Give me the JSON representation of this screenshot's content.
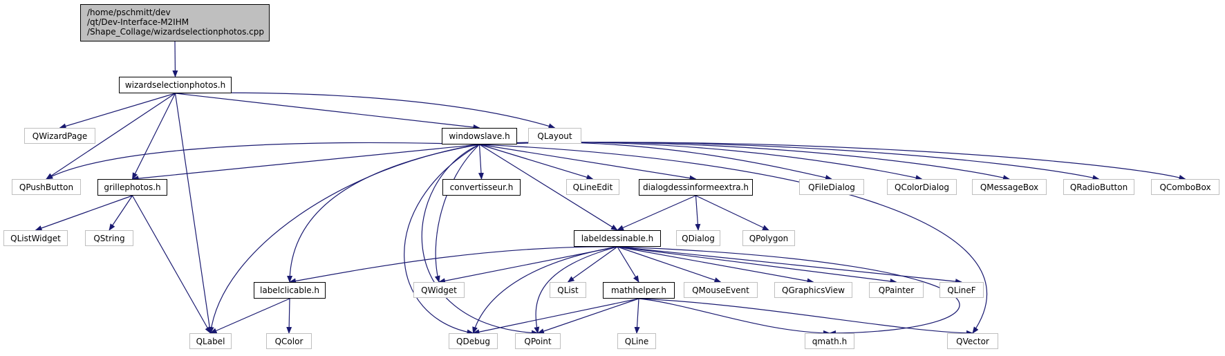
{
  "root_label": "/home/pschmitt/dev\n/qt/Dev-Interface-M2IHM\n/Shape_Collage/wizardselectionphotos.cpp",
  "colors": {
    "edge": "#191970",
    "internal_border": "#000000",
    "external_border": "#bfbfbf",
    "root_fill": "#bfbfbf"
  },
  "nodes": [
    {
      "id": "root",
      "label": "/home/pschmitt/dev\n/qt/Dev-Interface-M2IHM\n/Shape_Collage/wizardselectionphotos.cpp",
      "kind": "root"
    },
    {
      "id": "wizardselectionphotos_h",
      "label": "wizardselectionphotos.h",
      "kind": "internal"
    },
    {
      "id": "QWizardPage",
      "label": "QWizardPage",
      "kind": "external"
    },
    {
      "id": "QPushButton",
      "label": "QPushButton",
      "kind": "external"
    },
    {
      "id": "grillephotos_h",
      "label": "grillephotos.h",
      "kind": "internal"
    },
    {
      "id": "QLabel",
      "label": "QLabel",
      "kind": "external"
    },
    {
      "id": "windowslave_h",
      "label": "windowslave.h",
      "kind": "internal"
    },
    {
      "id": "QLayout",
      "label": "QLayout",
      "kind": "external"
    },
    {
      "id": "QListWidget",
      "label": "QListWidget",
      "kind": "external"
    },
    {
      "id": "QString",
      "label": "QString",
      "kind": "external"
    },
    {
      "id": "convertisseur_h",
      "label": "convertisseur.h",
      "kind": "internal"
    },
    {
      "id": "QLineEdit",
      "label": "QLineEdit",
      "kind": "external"
    },
    {
      "id": "dialogdessinformeextra_h",
      "label": "dialogdessinformeextra.h",
      "kind": "internal"
    },
    {
      "id": "QFileDialog",
      "label": "QFileDialog",
      "kind": "external"
    },
    {
      "id": "QColorDialog",
      "label": "QColorDialog",
      "kind": "external"
    },
    {
      "id": "QMessageBox",
      "label": "QMessageBox",
      "kind": "external"
    },
    {
      "id": "QRadioButton",
      "label": "QRadioButton",
      "kind": "external"
    },
    {
      "id": "QComboBox",
      "label": "QComboBox",
      "kind": "external"
    },
    {
      "id": "labeldessinable_h",
      "label": "labeldessinable.h",
      "kind": "internal"
    },
    {
      "id": "QDialog",
      "label": "QDialog",
      "kind": "external"
    },
    {
      "id": "QPolygon",
      "label": "QPolygon",
      "kind": "external"
    },
    {
      "id": "labelclicable_h",
      "label": "labelclicable.h",
      "kind": "internal"
    },
    {
      "id": "QWidget",
      "label": "QWidget",
      "kind": "external"
    },
    {
      "id": "QList",
      "label": "QList",
      "kind": "external"
    },
    {
      "id": "mathhelper_h",
      "label": "mathhelper.h",
      "kind": "internal"
    },
    {
      "id": "QMouseEvent",
      "label": "QMouseEvent",
      "kind": "external"
    },
    {
      "id": "QGraphicsView",
      "label": "QGraphicsView",
      "kind": "external"
    },
    {
      "id": "QPainter",
      "label": "QPainter",
      "kind": "external"
    },
    {
      "id": "QLineF",
      "label": "QLineF",
      "kind": "external"
    },
    {
      "id": "QColor",
      "label": "QColor",
      "kind": "external"
    },
    {
      "id": "QDebug",
      "label": "QDebug",
      "kind": "external"
    },
    {
      "id": "QPoint",
      "label": "QPoint",
      "kind": "external"
    },
    {
      "id": "QLine",
      "label": "QLine",
      "kind": "external"
    },
    {
      "id": "qmath_h",
      "label": "qmath.h",
      "kind": "external"
    },
    {
      "id": "QVector",
      "label": "QVector",
      "kind": "external"
    }
  ],
  "edges": [
    [
      "root",
      "wizardselectionphotos_h"
    ],
    [
      "wizardselectionphotos_h",
      "QWizardPage"
    ],
    [
      "wizardselectionphotos_h",
      "QPushButton"
    ],
    [
      "wizardselectionphotos_h",
      "grillephotos_h"
    ],
    [
      "wizardselectionphotos_h",
      "QLabel"
    ],
    [
      "wizardselectionphotos_h",
      "windowslave_h"
    ],
    [
      "wizardselectionphotos_h",
      "QLayout"
    ],
    [
      "grillephotos_h",
      "QListWidget"
    ],
    [
      "grillephotos_h",
      "QString"
    ],
    [
      "grillephotos_h",
      "QLabel"
    ],
    [
      "windowslave_h",
      "QPushButton"
    ],
    [
      "windowslave_h",
      "grillephotos_h"
    ],
    [
      "windowslave_h",
      "QLabel"
    ],
    [
      "windowslave_h",
      "labelclicable_h"
    ],
    [
      "windowslave_h",
      "QDebug"
    ],
    [
      "windowslave_h",
      "QPoint"
    ],
    [
      "windowslave_h",
      "QWidget"
    ],
    [
      "windowslave_h",
      "convertisseur_h"
    ],
    [
      "windowslave_h",
      "QLineEdit"
    ],
    [
      "windowslave_h",
      "labeldessinable_h"
    ],
    [
      "windowslave_h",
      "dialogdessinformeextra_h"
    ],
    [
      "windowslave_h",
      "QFileDialog"
    ],
    [
      "windowslave_h",
      "QColorDialog"
    ],
    [
      "windowslave_h",
      "QMessageBox"
    ],
    [
      "windowslave_h",
      "QRadioButton"
    ],
    [
      "windowslave_h",
      "QComboBox"
    ],
    [
      "windowslave_h",
      "QVector"
    ],
    [
      "dialogdessinformeextra_h",
      "labeldessinable_h"
    ],
    [
      "dialogdessinformeextra_h",
      "QDialog"
    ],
    [
      "dialogdessinformeextra_h",
      "QPolygon"
    ],
    [
      "labeldessinable_h",
      "labelclicable_h"
    ],
    [
      "labeldessinable_h",
      "QWidget"
    ],
    [
      "labeldessinable_h",
      "QDebug"
    ],
    [
      "labeldessinable_h",
      "QPoint"
    ],
    [
      "labeldessinable_h",
      "QList"
    ],
    [
      "labeldessinable_h",
      "mathhelper_h"
    ],
    [
      "labeldessinable_h",
      "QMouseEvent"
    ],
    [
      "labeldessinable_h",
      "QGraphicsView"
    ],
    [
      "labeldessinable_h",
      "QPainter"
    ],
    [
      "labeldessinable_h",
      "QLineF"
    ],
    [
      "labeldessinable_h",
      "qmath_h"
    ],
    [
      "labelclicable_h",
      "QLabel"
    ],
    [
      "labelclicable_h",
      "QColor"
    ],
    [
      "mathhelper_h",
      "QDebug"
    ],
    [
      "mathhelper_h",
      "QPoint"
    ],
    [
      "mathhelper_h",
      "QLine"
    ],
    [
      "mathhelper_h",
      "qmath_h"
    ],
    [
      "mathhelper_h",
      "QVector"
    ]
  ]
}
